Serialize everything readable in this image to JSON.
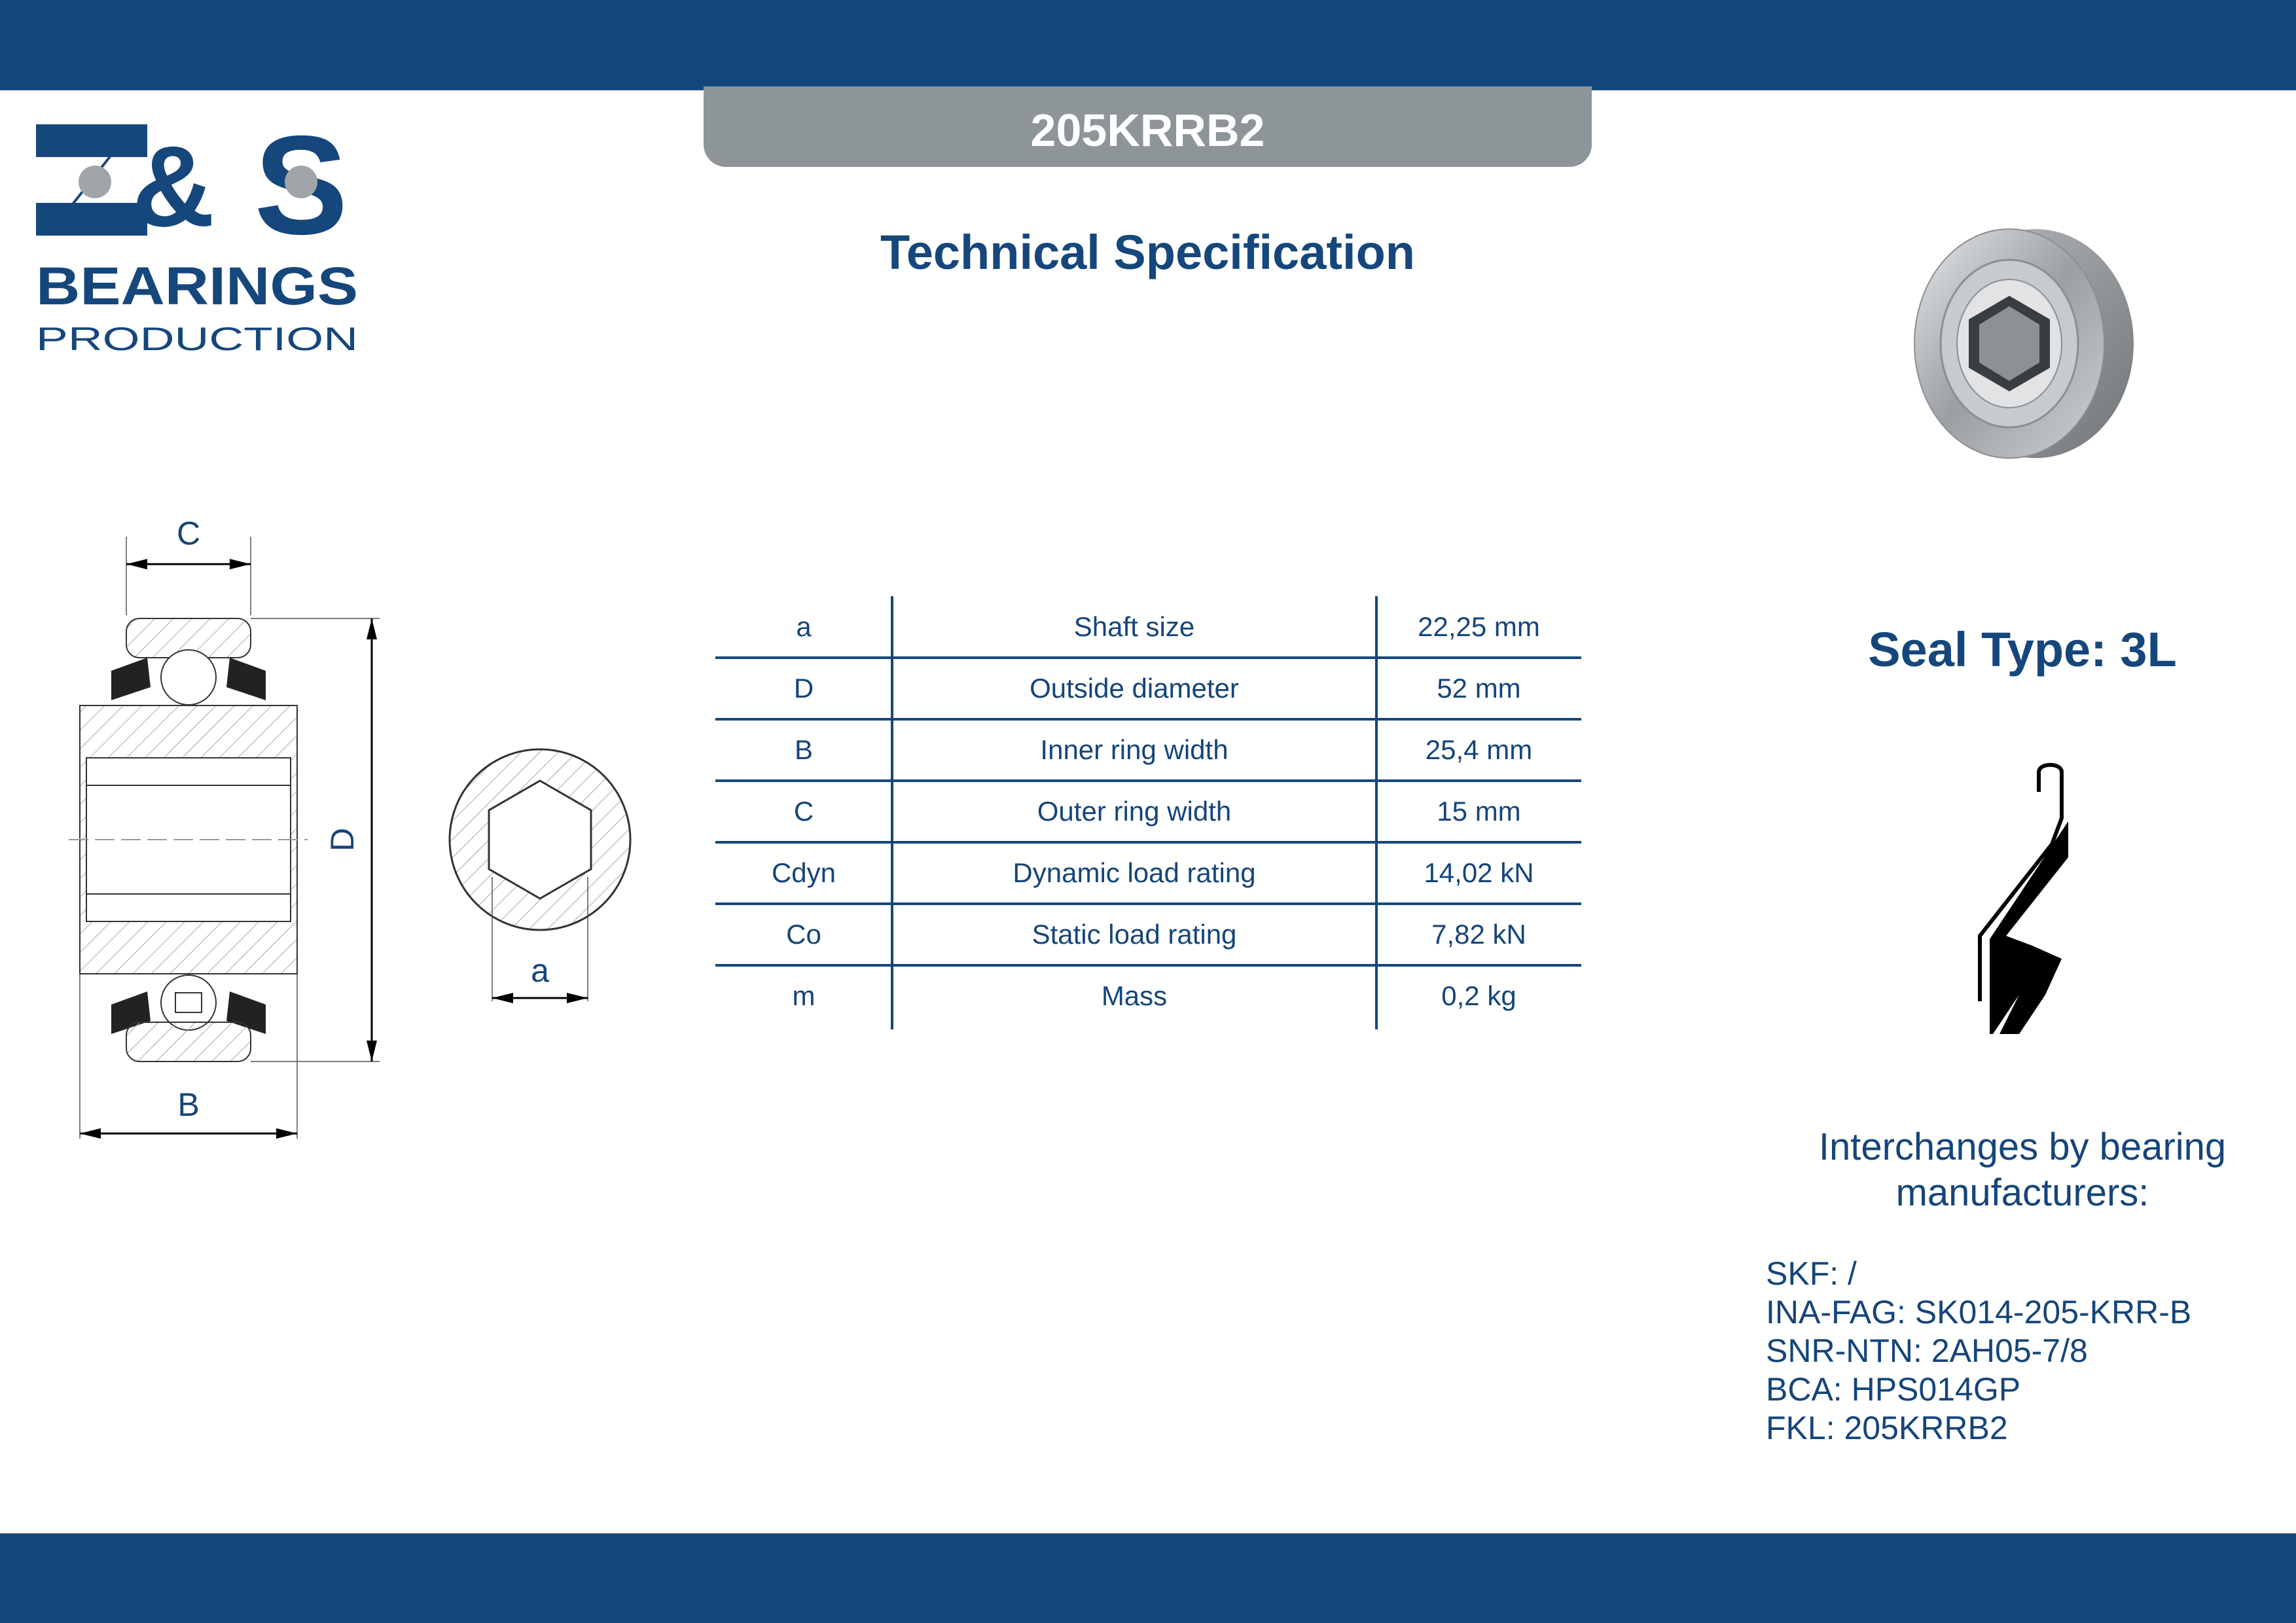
{
  "header": {
    "model": "205KRRB2",
    "title": "Technical Specification"
  },
  "logo": {
    "mark": "Z&S",
    "name": "BEARINGS",
    "sub": "PRODUCTION"
  },
  "drawing": {
    "labels": {
      "C": "C",
      "D": "D",
      "B": "B",
      "a": "a"
    }
  },
  "spec_table": {
    "rows": [
      {
        "symbol": "a",
        "description": "Shaft size",
        "value": "22,25 mm"
      },
      {
        "symbol": "D",
        "description": "Outside diameter",
        "value": "52 mm"
      },
      {
        "symbol": "B",
        "description": "Inner ring width",
        "value": "25,4 mm"
      },
      {
        "symbol": "C",
        "description": "Outer ring width",
        "value": "15 mm"
      },
      {
        "symbol": "Cdyn",
        "description": "Dynamic load rating",
        "value": "14,02 kN"
      },
      {
        "symbol": "Co",
        "description": "Static load rating",
        "value": "7,82 kN"
      },
      {
        "symbol": "m",
        "description": "Mass",
        "value": "0,2 kg"
      }
    ]
  },
  "seal": {
    "title": "Seal Type: 3L"
  },
  "interchanges": {
    "title_line1": "Interchanges by bearing",
    "title_line2": "manufacturers:",
    "items": [
      "SKF: /",
      "INA-FAG: SK014-205-KRR-B",
      "SNR-NTN: 2AH05-7/8",
      "BCA: HPS014GP",
      "FKL: 205KRRB2"
    ]
  },
  "colors": {
    "brand_blue": "#15477c",
    "tab_gray": "#8d9599",
    "text_blue": "#15457a"
  }
}
